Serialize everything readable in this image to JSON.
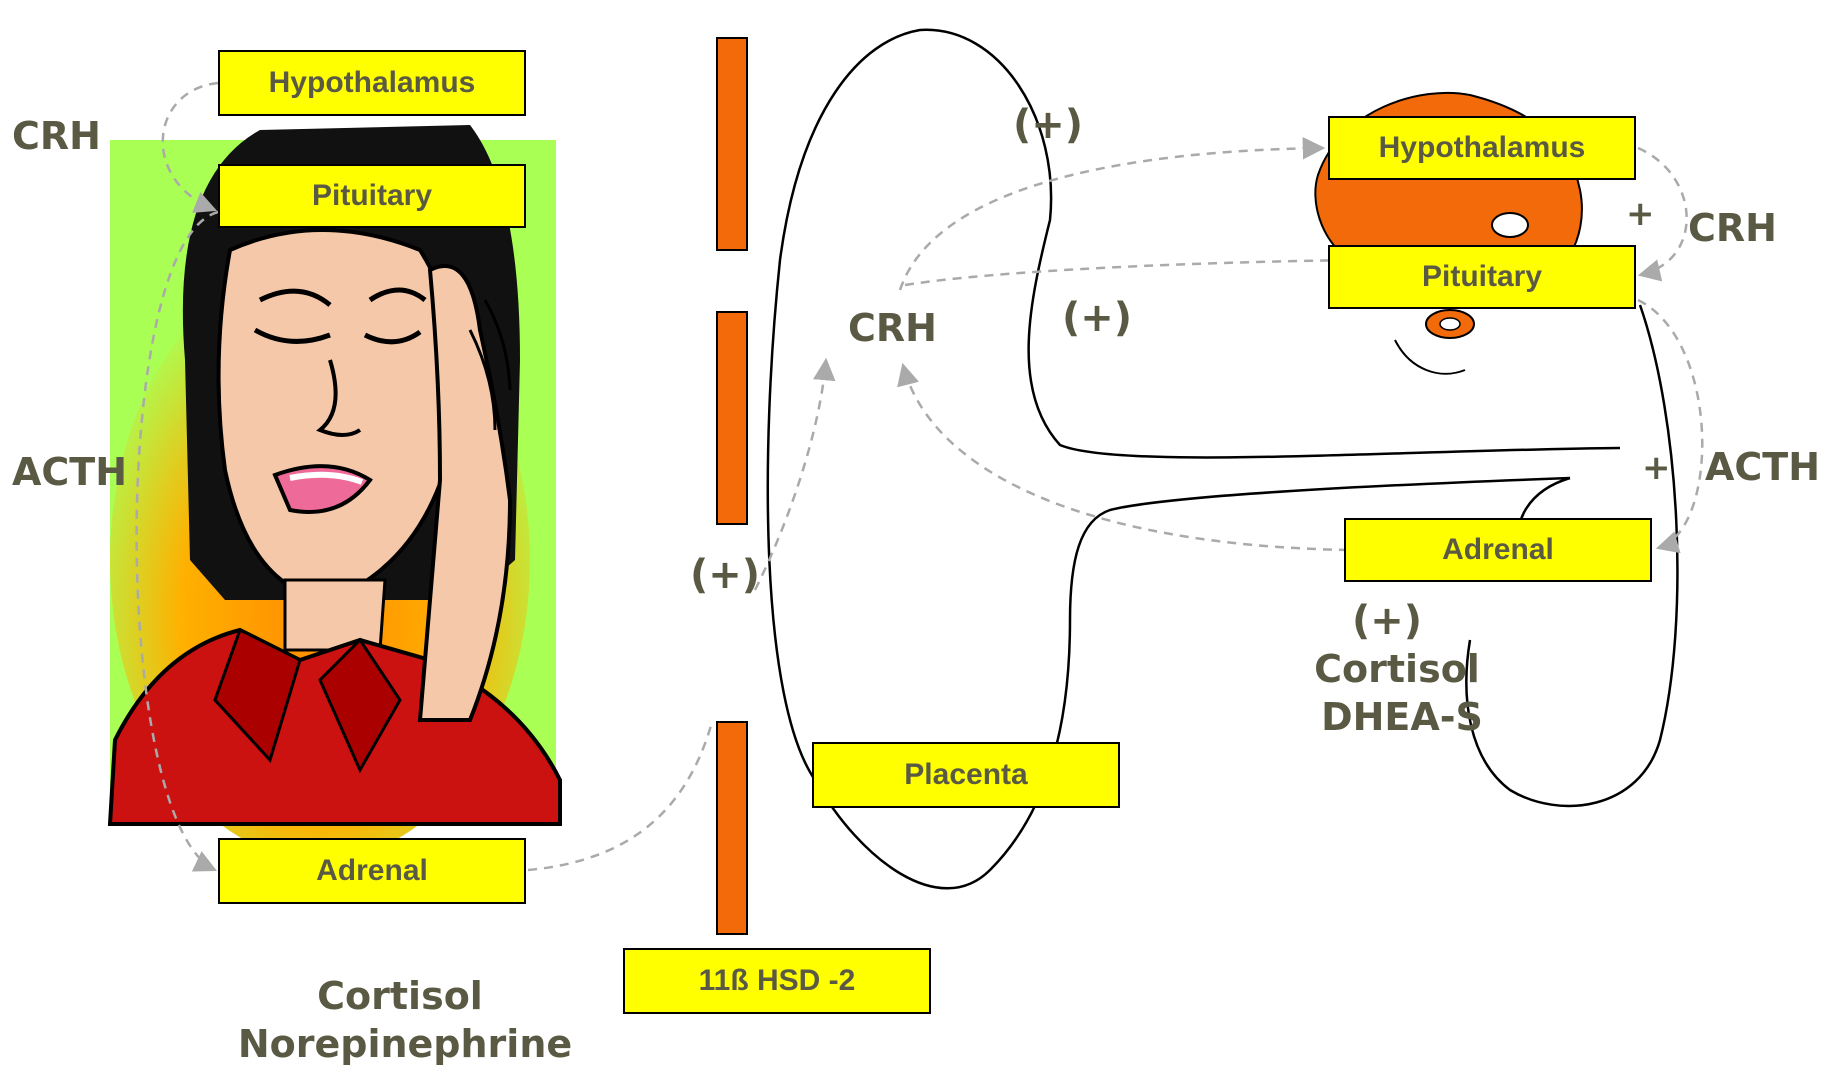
{
  "colors": {
    "box_fill": "#ffff00",
    "label_text": "#5a5a44",
    "barrier": "#f26a0a",
    "arrow": "#aaaaaa",
    "illustration_bg": "#aaff55"
  },
  "icons": [
    "stressed-woman-illustration",
    "fetus-outline",
    "fetal-head-shape"
  ],
  "maternal": {
    "hypothalamus": "Hypothalamus",
    "pituitary": "Pituitary",
    "adrenal": "Adrenal",
    "crh": "CRH",
    "acth": "ACTH",
    "output_line1": "Cortisol",
    "output_line2": "Norepinephrine"
  },
  "barrier": {
    "enzyme": "11ß HSD -2"
  },
  "placenta": {
    "label": "Placenta",
    "crh": "CRH",
    "plus_left": "(+)",
    "plus_top": "(+)",
    "plus_mid": "(+)"
  },
  "fetal": {
    "hypothalamus": "Hypothalamus",
    "pituitary": "Pituitary",
    "adrenal": "Adrenal",
    "crh": "CRH",
    "acth": "ACTH",
    "plus_crh": "+",
    "plus_acth": "+",
    "plus_output": "(+)",
    "output_line1": "Cortisol",
    "output_line2": "DHEA-S"
  }
}
